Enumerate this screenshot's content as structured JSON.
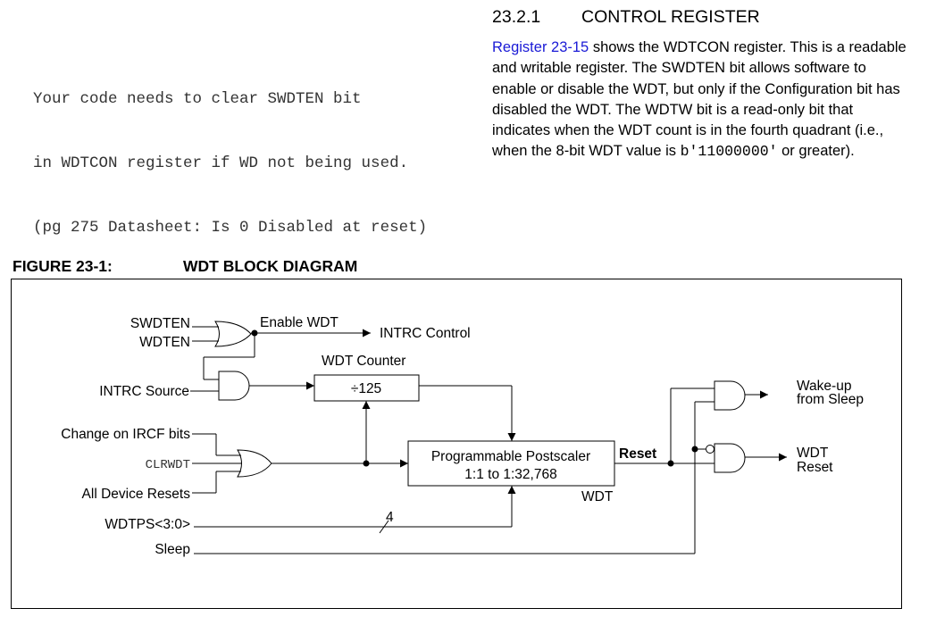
{
  "note_lines": [
    "Your code needs to clear SWDTEN bit",
    "in WDTCON register if WD not being used.",
    "(pg 275 Datasheet: Is 0 Disabled at reset)"
  ],
  "section": {
    "number": "23.2.1",
    "title": "CONTROL REGISTER",
    "link_text": "Register 23-15",
    "text_1": " shows the WDTCON register. This is a readable and writable register. The SWDTEN bit allows software to enable or disable the WDT, but only if the Configuration bit has disabled the WDT. The WDTW bit is a read-only bit that indicates when the WDT count is in the fourth quadrant (i.e., when the 8-bit WDT value is ",
    "code_value": "b'11000000'",
    "text_2": " or greater)."
  },
  "figure": {
    "number": "FIGURE 23-1:",
    "title": "WDT BLOCK DIAGRAM"
  },
  "diagram": {
    "labels": {
      "swdten": "SWDTEN",
      "wdten": "WDTEN",
      "enable_wdt": "Enable WDT",
      "intrc_control": "INTRC Control",
      "wdt_counter": "WDT Counter",
      "intrc_source": "INTRC Source",
      "divider": "÷125",
      "change_ircf": "Change on IRCF bits",
      "clrwdt": "CLRWDT",
      "all_resets": "All Device Resets",
      "postscaler_line1": "Programmable Postscaler",
      "postscaler_line2": "1:1 to 1:32,768",
      "reset": "Reset",
      "wdt": "WDT",
      "wdtps": "WDTPS<3:0>",
      "bus_width": "4",
      "sleep": "Sleep",
      "wakeup_line1": "Wake-up",
      "wakeup_line2": "from Sleep",
      "wdt_reset_line1": "WDT",
      "wdt_reset_line2": "Reset"
    }
  }
}
